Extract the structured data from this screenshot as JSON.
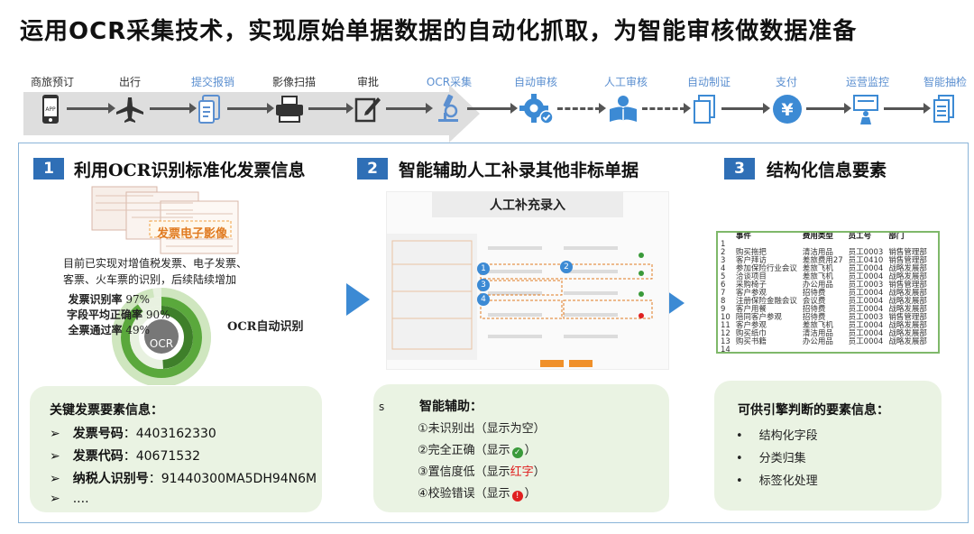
{
  "title": {
    "prefix": "运用",
    "bold": "OCR",
    "suffix": "采集技术，实现原始单据数据的自动化抓取，为智能审核做数据准备"
  },
  "flow": {
    "steps": [
      {
        "label": "商旅预订",
        "icon": "phone-icon",
        "highlight": false
      },
      {
        "label": "出行",
        "icon": "airplane-icon",
        "highlight": false
      },
      {
        "label": "提交报销",
        "icon": "document-submit-icon",
        "highlight": true
      },
      {
        "label": "影像扫描",
        "icon": "scanner-icon",
        "highlight": false
      },
      {
        "label": "审批",
        "icon": "pen-edit-icon",
        "highlight": false
      },
      {
        "label": "OCR采集",
        "icon": "microscope-icon",
        "highlight": true
      },
      {
        "label": "自动审核",
        "icon": "gear-check-icon",
        "highlight": true
      },
      {
        "label": "人工审核",
        "icon": "reader-icon",
        "highlight": true
      },
      {
        "label": "自动制证",
        "icon": "voucher-icon",
        "highlight": true
      },
      {
        "label": "支付",
        "icon": "yen-icon",
        "highlight": true
      },
      {
        "label": "运营监控",
        "icon": "monitor-person-icon",
        "highlight": true
      },
      {
        "label": "智能抽检",
        "icon": "sampling-icon",
        "highlight": true
      }
    ]
  },
  "sections": {
    "s1": {
      "num": "1",
      "title": "利用OCR识别标准化发票信息",
      "stamp": "发票电子影像",
      "desc_line1": "目前已实现对增值税发票、电子发票、",
      "desc_line2": "客票、火车票的识别，后续陆续增加",
      "stats": [
        {
          "label": "发票识别率",
          "value": "97%"
        },
        {
          "label": "字段平均正确率",
          "value": "90%"
        },
        {
          "label": "全票通过率",
          "value": "49%"
        }
      ],
      "donut_fractions": [
        0.97,
        0.9,
        0.49
      ],
      "center": "OCR",
      "auto_label": "OCR自动识别",
      "box_title": "关键发票要素信息：",
      "fields": [
        {
          "label": "发票号码",
          "value": "4403162330"
        },
        {
          "label": "发票代码",
          "value": "40671532"
        },
        {
          "label": "纳税人识别号",
          "value": "91440300MA5DH94N6M"
        },
        {
          "label": "",
          "value": "...."
        }
      ]
    },
    "s2": {
      "num": "2",
      "title": "智能辅助人工补录其他非标单据",
      "panel_title": "人工补充录入",
      "markers": [
        "1",
        "2",
        "3",
        "4"
      ],
      "box_mark": "s",
      "box_title": "智能辅助：",
      "items": [
        {
          "text": "①未识别出（显示为空）"
        },
        {
          "text": "②完全正确（显示",
          "icon": "check-icon",
          "tail": "）"
        },
        {
          "text": "③置信度低（显示",
          "red": "红字",
          "tail": "）"
        },
        {
          "text": "④校验错误（显示",
          "icon": "error-icon",
          "tail": "）"
        }
      ]
    },
    "s3": {
      "num": "3",
      "title": "结构化信息要素",
      "table": {
        "headers": [
          "",
          "事件",
          "费用类型",
          "员工号",
          "部门"
        ],
        "rows": [
          [
            "1",
            "",
            "",
            "",
            ""
          ],
          [
            "2",
            "购买拖把",
            "清洁用品",
            "员工0003",
            "销售管理部"
          ],
          [
            "3",
            "客户拜访",
            "差旅费用27",
            "员工0410",
            "销售管理部"
          ],
          [
            "4",
            "参加保险行业会议",
            "差旅飞机",
            "员工0004",
            "战略发展部"
          ],
          [
            "5",
            "洽谈项目",
            "差旅飞机",
            "员工0004",
            "战略发展部"
          ],
          [
            "6",
            "采购椅子",
            "办公用品",
            "员工0003",
            "销售管理部"
          ],
          [
            "7",
            "客户参观",
            "招待费",
            "员工0004",
            "战略发展部"
          ],
          [
            "8",
            "注册保险金融会议",
            "会议费",
            "员工0004",
            "战略发展部"
          ],
          [
            "9",
            "客户用餐",
            "招待费",
            "员工0004",
            "战略发展部"
          ],
          [
            "10",
            "陪同客户参观",
            "招待费",
            "员工0003",
            "销售管理部"
          ],
          [
            "11",
            "客户参观",
            "差旅飞机",
            "员工0004",
            "战略发展部"
          ],
          [
            "12",
            "购买纸巾",
            "清洁用品",
            "员工0004",
            "战略发展部"
          ],
          [
            "13",
            "购买书籍",
            "办公用品",
            "员工0004",
            "战略发展部"
          ],
          [
            "14",
            "",
            "",
            "",
            ""
          ]
        ]
      },
      "box_title": "可供引擎判断的要素信息：",
      "bullets": [
        "结构化字段",
        "分类归集",
        "标签化处理"
      ]
    }
  },
  "colors": {
    "accent_blue": "#2f6fb6",
    "flow_blue": "#5b8fd0",
    "green": "#5aa83c",
    "light_green": "#eaf3e3",
    "red": "#e02020"
  }
}
